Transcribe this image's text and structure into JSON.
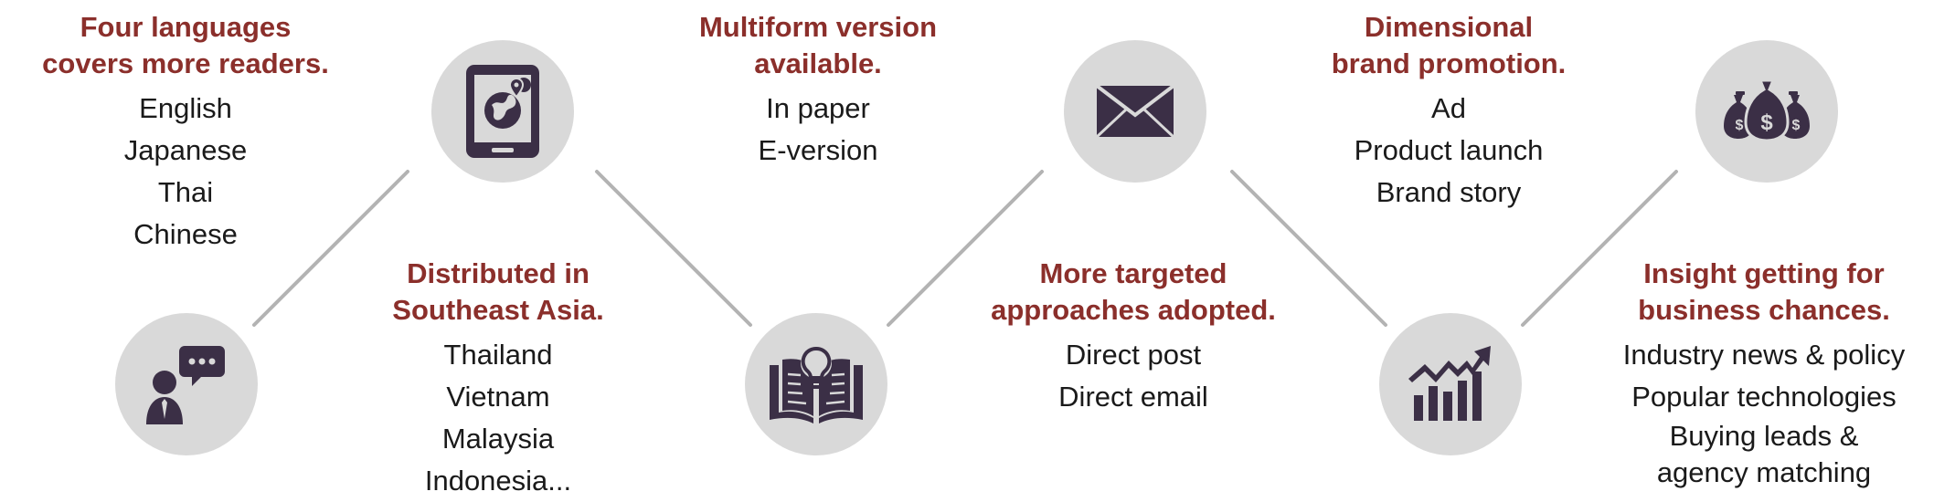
{
  "colors": {
    "heading": "#8b2f2b",
    "body_text": "#1a1a1a",
    "circle_fill": "#d9d9d9",
    "icon_fill": "#3b2f46",
    "connector": "#b3b3b3"
  },
  "features": [
    {
      "icon": "chat-person-icon",
      "heading_lines": [
        "Four languages",
        "covers more readers."
      ],
      "items": [
        "English",
        "Japanese",
        "Thai",
        "Chinese"
      ]
    },
    {
      "icon": "tablet-globe-icon",
      "heading_lines": [
        "Distributed in",
        "Southeast Asia."
      ],
      "items": [
        "Thailand",
        "Vietnam",
        "Malaysia",
        "Indonesia..."
      ]
    },
    {
      "icon": "book-lightbulb-icon",
      "heading_lines": [
        "Multiform version",
        "available."
      ],
      "items": [
        "In paper",
        "E-version"
      ]
    },
    {
      "icon": "envelope-icon",
      "heading_lines": [
        "More targeted",
        "approaches adopted."
      ],
      "items": [
        "Direct post",
        "Direct email"
      ]
    },
    {
      "icon": "growth-chart-icon",
      "heading_lines": [
        "Dimensional",
        "brand promotion."
      ],
      "items": [
        "Ad",
        "Product launch",
        "Brand story"
      ]
    },
    {
      "icon": "money-bags-icon",
      "heading_lines": [
        "Insight getting for",
        "business chances."
      ],
      "items": [
        "Industry news & policy",
        "Popular technologies",
        "Buying leads &",
        "agency matching"
      ]
    }
  ]
}
